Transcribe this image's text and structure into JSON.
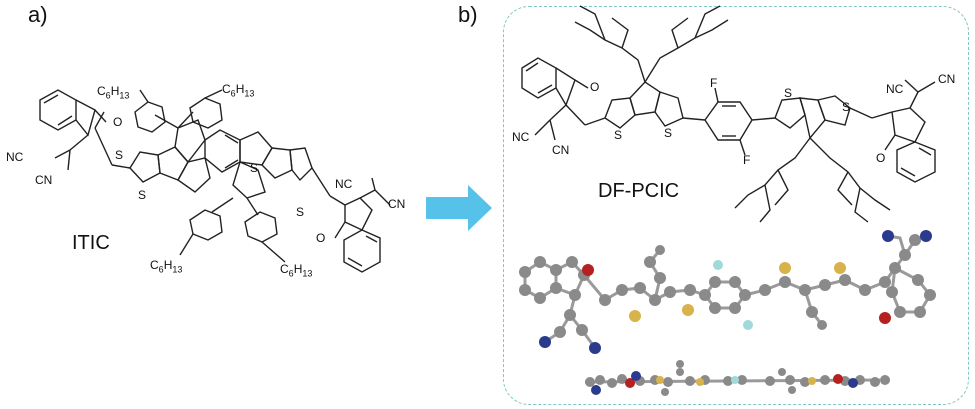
{
  "panels": {
    "a": {
      "label": "a)",
      "molecule": "ITIC"
    },
    "b": {
      "label": "b)",
      "molecule": "DF-PCIC"
    }
  },
  "atoms": {
    "S": "S",
    "O": "O",
    "F": "F",
    "NC": "NC",
    "CN": "CN",
    "C": "C",
    "H": "H",
    "n6": "6",
    "n13": "13"
  },
  "colors": {
    "arrow": "#56c2ea",
    "box_border": "#7fc7c0",
    "atom_carbon": "#8a8a8a",
    "atom_sulfur": "#d8b24a",
    "atom_oxygen": "#b52020",
    "atom_nitrogen": "#2a3a8c",
    "atom_fluorine": "#9fd9d9"
  }
}
